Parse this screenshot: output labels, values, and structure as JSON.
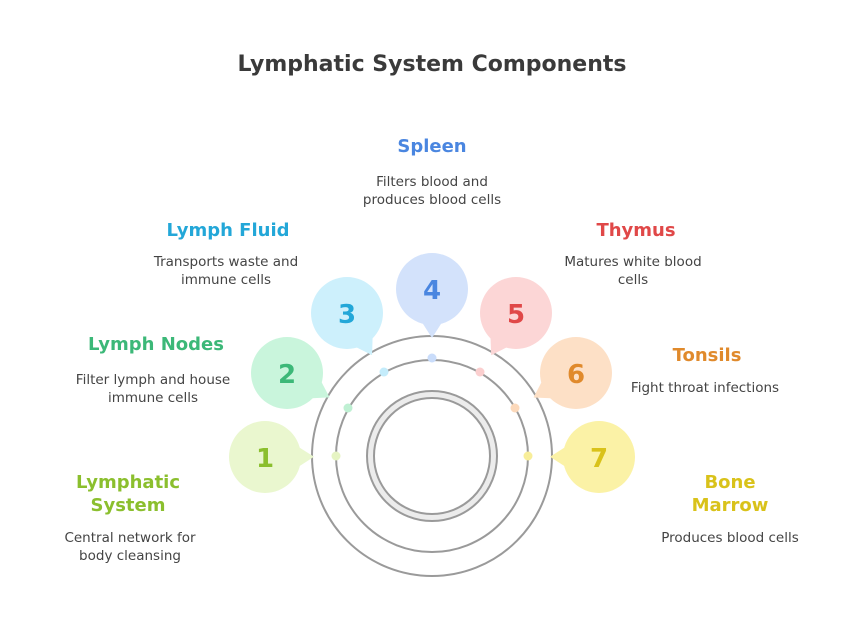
{
  "title": "Lymphatic System Components",
  "components": [
    {
      "number": "1",
      "title": "Lymphatic System",
      "description": "Central network for body cleansing",
      "color": "#8bbf2e",
      "bubble_color": "#eaf7cf",
      "dot_color": "#e6f4c3"
    },
    {
      "number": "2",
      "title": "Lymph Nodes",
      "description": "Filter lymph and house immune cells",
      "color": "#3cb878",
      "bubble_color": "#c9f5dc",
      "dot_color": "#bff0d3"
    },
    {
      "number": "3",
      "title": "Lymph Fluid",
      "description": "Transports waste and immune cells",
      "color": "#23a7d8",
      "bubble_color": "#cdf0fc",
      "dot_color": "#c4ecfb"
    },
    {
      "number": "4",
      "title": "Spleen",
      "description": "Filters blood and produces blood cells",
      "color": "#4a86e0",
      "bubble_color": "#d3e2fb",
      "dot_color": "#c9dcfa"
    },
    {
      "number": "5",
      "title": "Thymus",
      "description": "Matures white blood cells",
      "color": "#e04848",
      "bubble_color": "#fcd6d6",
      "dot_color": "#fbcfcf"
    },
    {
      "number": "6",
      "title": "Tonsils",
      "description": "Fight throat infections",
      "color": "#e08a2c",
      "bubble_color": "#fde0c6",
      "dot_color": "#fcd9bb"
    },
    {
      "number": "7",
      "title": "Bone Marrow",
      "description": "Produces blood cells",
      "color": "#d9c21a",
      "bubble_color": "#fbf2a6",
      "dot_color": "#f8ee9a"
    }
  ],
  "ring_stroke_color": "#9a9a9a",
  "core_fill_color": "#ececec"
}
